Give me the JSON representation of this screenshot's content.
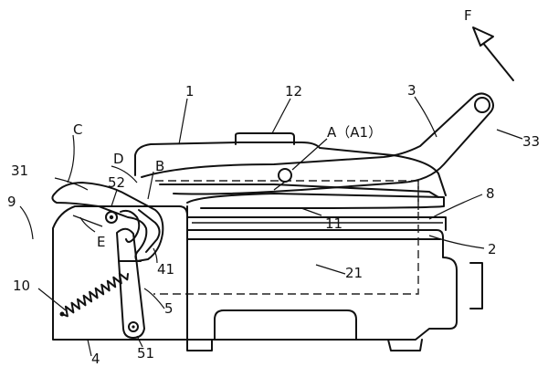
{
  "figure": {
    "labels": {
      "force": "F",
      "lid": "1",
      "knob": "12",
      "handle": "3",
      "pivot": "A（A1）",
      "handle_end": "33",
      "region_c": "C",
      "region_d": "D",
      "region_b": "B",
      "link": "31",
      "pin": "52",
      "plate": "8",
      "nine": "9",
      "region_e": "E",
      "plate_edge": "11",
      "base_edge": "2",
      "slot": "41",
      "housing": "21",
      "spring": "10",
      "lever": "5",
      "body": "4",
      "lever_pivot": "51"
    }
  }
}
